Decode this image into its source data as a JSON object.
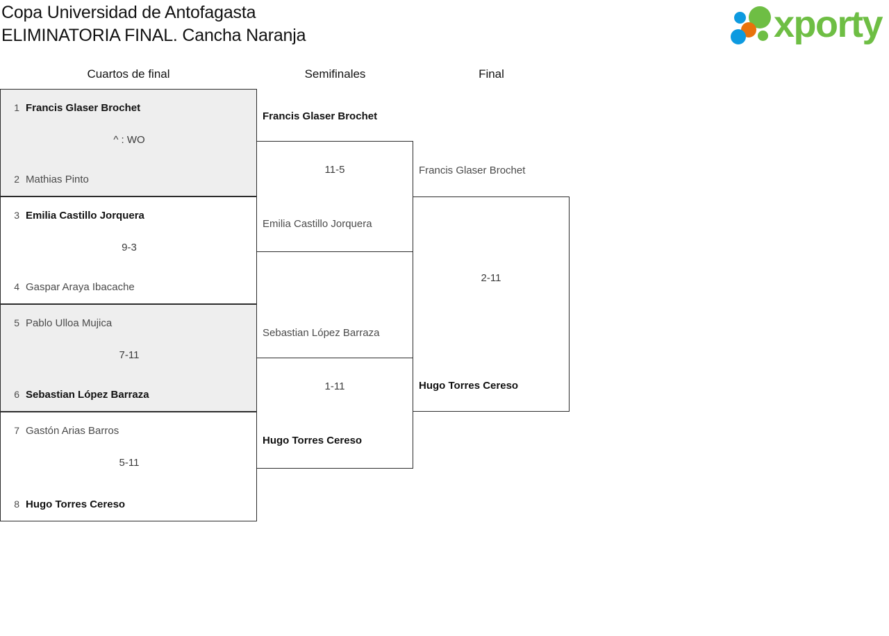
{
  "header": {
    "title_line1": "Copa Universidad de Antofagasta",
    "title_line2": "ELIMINATORIA FINAL. Cancha Naranja",
    "logo_text": "xporty",
    "logo_colors": {
      "green": "#6ebe44",
      "blue": "#0d9ae0",
      "orange": "#e8720c"
    }
  },
  "columns": {
    "quarterfinals_label": "Cuartos de final",
    "semifinals_label": "Semifinales",
    "final_label": "Final"
  },
  "bracket": {
    "quarterfinals": [
      {
        "top": {
          "seed": "1",
          "name": "Francis Glaser Brochet",
          "result": "winner"
        },
        "bottom": {
          "seed": "2",
          "name": "Mathias Pinto",
          "result": "loser"
        },
        "score": "^ : WO",
        "shaded": true
      },
      {
        "top": {
          "seed": "3",
          "name": "Emilia Castillo Jorquera",
          "result": "winner"
        },
        "bottom": {
          "seed": "4",
          "name": "Gaspar Araya Ibacache",
          "result": "loser"
        },
        "score": "9-3",
        "shaded": false
      },
      {
        "top": {
          "seed": "5",
          "name": "Pablo Ulloa Mujica",
          "result": "loser"
        },
        "bottom": {
          "seed": "6",
          "name": "Sebastian López Barraza",
          "result": "winner"
        },
        "score": "7-11",
        "shaded": true
      },
      {
        "top": {
          "seed": "7",
          "name": "Gastón Arias Barros",
          "result": "loser"
        },
        "bottom": {
          "seed": "8",
          "name": "Hugo Torres Cereso",
          "result": "winner"
        },
        "score": "5-11",
        "shaded": false
      }
    ],
    "semifinals": [
      {
        "top": {
          "name": "Francis Glaser Brochet",
          "result": "winner"
        },
        "bottom": {
          "name": "Emilia Castillo Jorquera",
          "result": "loser"
        },
        "score": "11-5"
      },
      {
        "top": {
          "name": "Sebastian López Barraza",
          "result": "loser"
        },
        "bottom": {
          "name": "Hugo Torres Cereso",
          "result": "winner"
        },
        "score": "1-11"
      }
    ],
    "final": {
      "top": {
        "name": "Francis Glaser Brochet",
        "result": "loser"
      },
      "bottom": {
        "name": "Hugo Torres Cereso",
        "result": "winner"
      },
      "score": "2-11"
    }
  }
}
